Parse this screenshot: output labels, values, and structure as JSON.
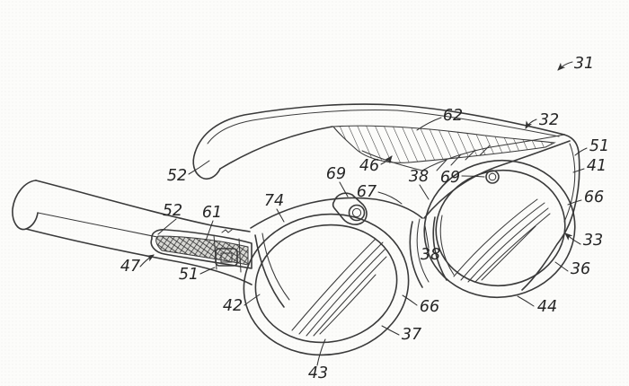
{
  "figure": {
    "kind": "patent-line-drawing",
    "subject": "smart eyewear (camera-enabled glasses), front-left perspective view",
    "colors": {
      "background": "#fcfcfa",
      "line": "#3a3a3a",
      "label_text": "#262626"
    },
    "labels": [
      {
        "text": "31",
        "arrowhead": true
      },
      {
        "text": "32",
        "arrowhead": true
      },
      {
        "text": "62",
        "arrowhead": false
      },
      {
        "text": "46",
        "arrowhead": true
      },
      {
        "text": "52",
        "arrowhead": false
      },
      {
        "text": "69",
        "arrowhead": false
      },
      {
        "text": "67",
        "arrowhead": false
      },
      {
        "text": "38",
        "arrowhead": false
      },
      {
        "text": "69",
        "arrowhead": false
      },
      {
        "text": "51",
        "arrowhead": false
      },
      {
        "text": "41",
        "arrowhead": false
      },
      {
        "text": "66",
        "arrowhead": false
      },
      {
        "text": "74",
        "arrowhead": false
      },
      {
        "text": "52",
        "arrowhead": false
      },
      {
        "text": "61",
        "arrowhead": false
      },
      {
        "text": "33",
        "arrowhead": true
      },
      {
        "text": "36",
        "arrowhead": false
      },
      {
        "text": "47",
        "arrowhead": true
      },
      {
        "text": "51",
        "arrowhead": false
      },
      {
        "text": "38",
        "arrowhead": false
      },
      {
        "text": "42",
        "arrowhead": false
      },
      {
        "text": "66",
        "arrowhead": false
      },
      {
        "text": "44",
        "arrowhead": false
      },
      {
        "text": "37",
        "arrowhead": false
      },
      {
        "text": "43",
        "arrowhead": false
      }
    ]
  }
}
